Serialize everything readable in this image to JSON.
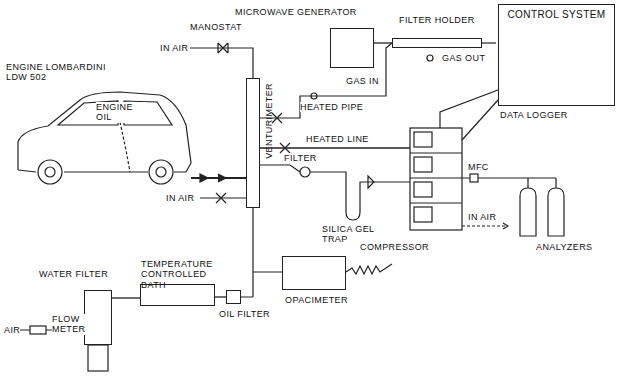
{
  "diagram": {
    "nodes": [
      {
        "text": [
          "MICROWAVE GENERATOR"
        ]
      },
      {
        "text": [
          "FILTER HOLDER"
        ]
      },
      {
        "text": [
          "CONTROL SYSTEM"
        ]
      },
      {
        "text": [
          "VENTURIMETER"
        ]
      },
      {
        "text": [
          "TEMPERATURE CONTROLLED BATH"
        ]
      },
      {
        "text": [
          "OPACIMETER"
        ]
      },
      {
        "text": [
          "WATER FILTER"
        ]
      },
      {
        "text": [
          "OIL FILTER"
        ]
      }
    ],
    "edges": [
      {
        "from": 0,
        "to": 1,
        "arrow": "none"
      },
      {
        "from": 6,
        "to": 4,
        "arrow": "none"
      },
      {
        "from": 4,
        "to": 7,
        "arrow": "none"
      }
    ],
    "labels": [
      "MANOSTAT",
      "IN AIR",
      "ENGINE LOMBARDINI LDW 502",
      "ENGINE OIL",
      "GAS IN",
      "GAS OUT",
      "HEATED PIPE",
      "HEATED LINE",
      "DATA LOGGER",
      "FILTER",
      "SILICA GEL TRAP",
      "IN AIR",
      "MFC",
      "ANALYZERS",
      "IN AIR",
      "COMPRESSOR",
      "FLOW METER",
      "AIR"
    ]
  }
}
